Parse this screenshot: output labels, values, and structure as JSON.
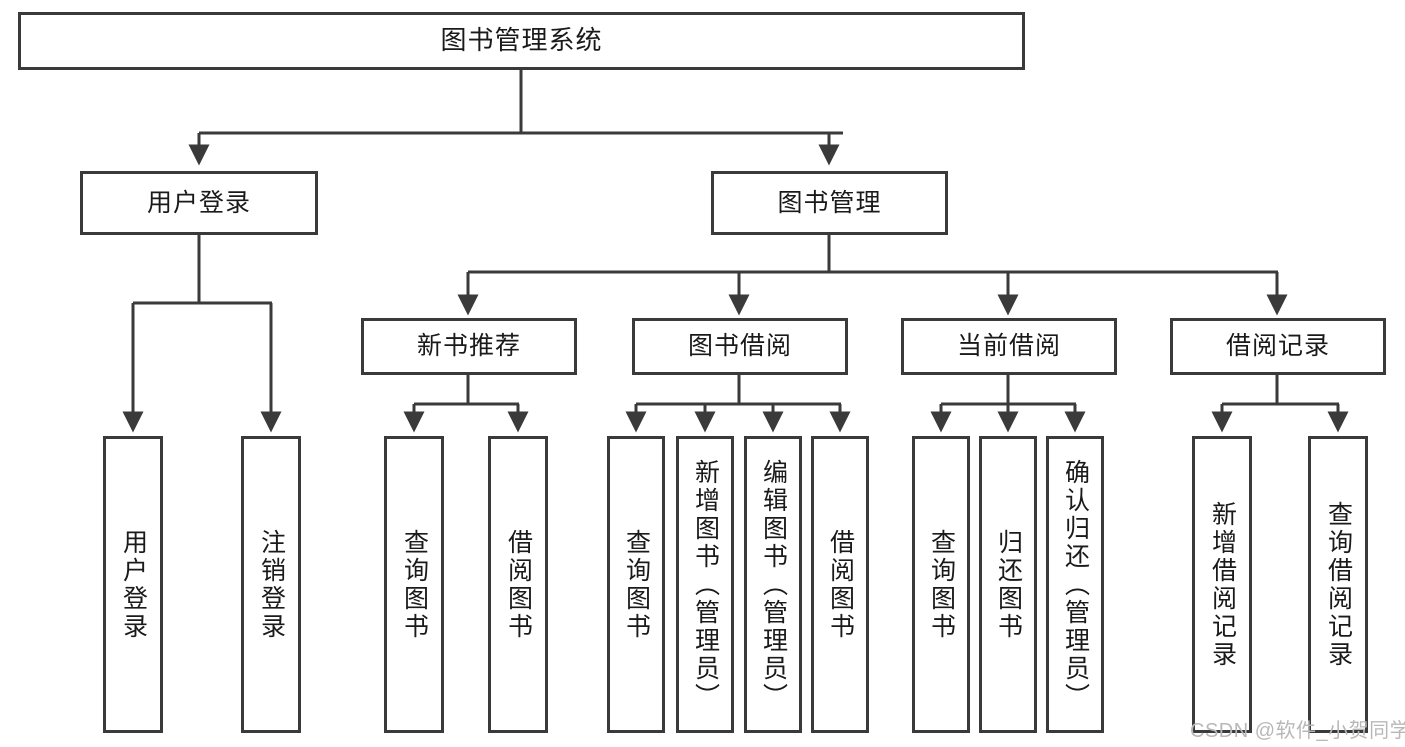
{
  "diagram": {
    "type": "tree-hierarchy",
    "title": "图书管理系统",
    "root": {
      "label": "图书管理系统",
      "children": [
        {
          "label": "用户登录",
          "children": [
            {
              "label": "用户登录"
            },
            {
              "label": "注销登录"
            }
          ]
        },
        {
          "label": "图书管理",
          "children": [
            {
              "label": "新书推荐",
              "children": [
                {
                  "label": "查询图书"
                },
                {
                  "label": "借阅图书"
                }
              ]
            },
            {
              "label": "图书借阅",
              "children": [
                {
                  "label": "查询图书"
                },
                {
                  "label": "新增图书（管理员）"
                },
                {
                  "label": "编辑图书（管理员）"
                },
                {
                  "label": "借阅图书"
                }
              ]
            },
            {
              "label": "当前借阅",
              "children": [
                {
                  "label": "查询图书"
                },
                {
                  "label": "归还图书"
                },
                {
                  "label": "确认归还（管理员）"
                }
              ]
            },
            {
              "label": "借阅记录",
              "children": [
                {
                  "label": "新增借阅记录"
                },
                {
                  "label": "查询借阅记录"
                }
              ]
            }
          ]
        }
      ]
    }
  },
  "nodes": {
    "n0": "图书管理系统",
    "n1": "用户登录",
    "n2": "图书管理",
    "n3": "新书推荐",
    "n4": "图书借阅",
    "n5": "当前借阅",
    "n6": "借阅记录",
    "l1": "用户登录",
    "l2": "注销登录",
    "l3": "查询图书",
    "l4": "借阅图书",
    "l5": "查询图书",
    "l6": "新增图书（管理员）",
    "l7": "编辑图书（管理员）",
    "l8": "借阅图书",
    "l9": "查询图书",
    "l10": "归还图书",
    "l11": "确认归还（管理员）",
    "l12": "新增借阅记录",
    "l13": "查询借阅记录"
  },
  "watermark": {
    "text": "CSDN @软件_小贺同学"
  },
  "colors": {
    "border": "#3a3a3a",
    "background": "#ffffff",
    "text": "#1a1a1a",
    "watermark": "#b8b8b8"
  }
}
